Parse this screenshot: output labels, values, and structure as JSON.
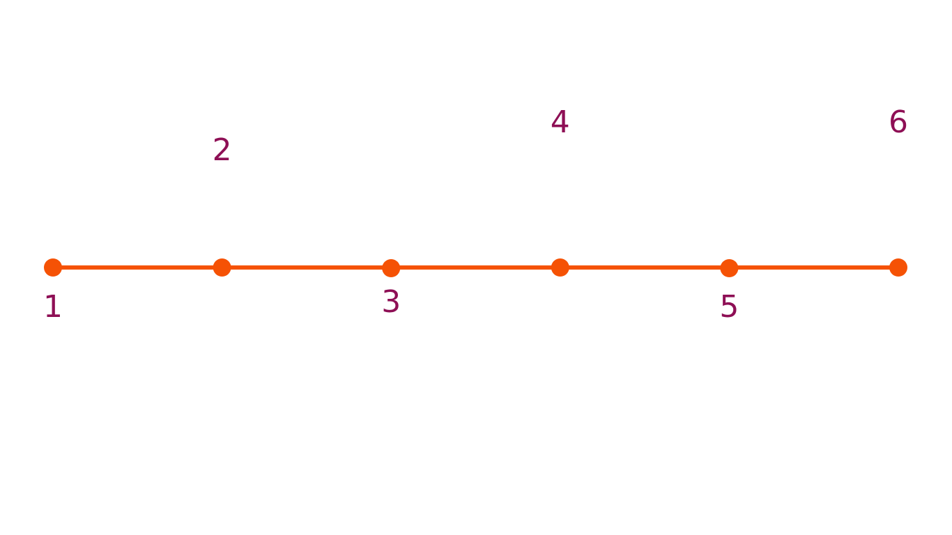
{
  "colors": {
    "line": "#f55205",
    "dot": "#f55205",
    "label": "#8e0f55",
    "background": "#ffffff"
  },
  "timeline": {
    "points": [
      {
        "label": "1",
        "label_position": "below"
      },
      {
        "label": "2",
        "label_position": "above"
      },
      {
        "label": "3",
        "label_position": "below"
      },
      {
        "label": "4",
        "label_position": "above"
      },
      {
        "label": "5",
        "label_position": "below"
      },
      {
        "label": "6",
        "label_position": "above"
      }
    ]
  }
}
